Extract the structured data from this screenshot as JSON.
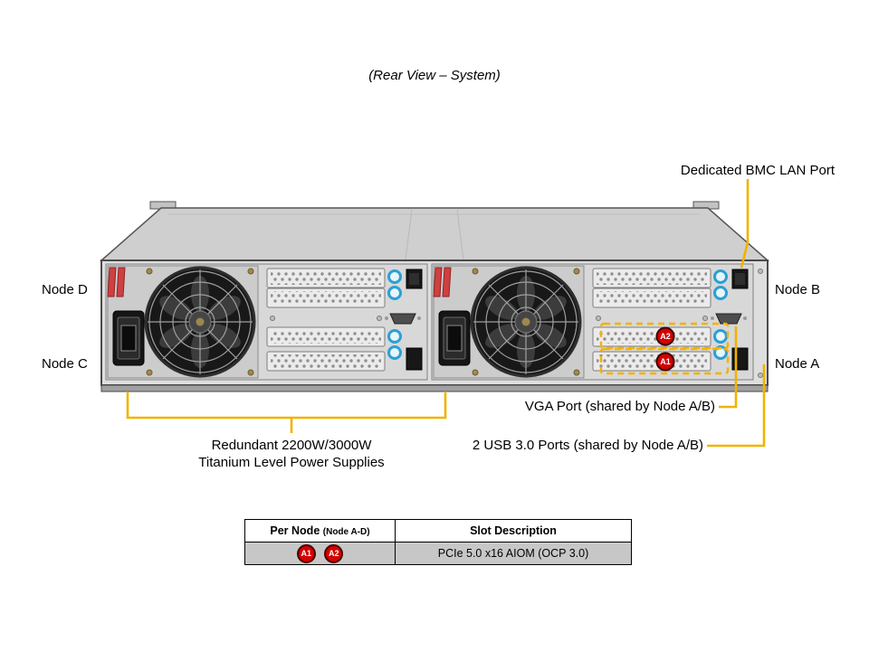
{
  "title": "(Rear View – System)",
  "callouts": {
    "bmc_lan": "Dedicated BMC LAN Port",
    "vga": "VGA Port (shared by Node A/B)",
    "usb": "2 USB 3.0 Ports (shared by Node A/B)",
    "psu_line1": "Redundant 2200W/3000W",
    "psu_line2": "Titanium Level Power Supplies"
  },
  "nodes": {
    "node_d": "Node D",
    "node_c": "Node C",
    "node_b": "Node B",
    "node_a": "Node A"
  },
  "chassis_badges": {
    "a2": "A2",
    "a1": "A1"
  },
  "table": {
    "header_col1_main": "Per Node",
    "header_col1_sub": "(Node A-D)",
    "header_col2": "Slot Description",
    "row_badge_1": "A1",
    "row_badge_2": "A2",
    "row_description": "PCIe 5.0 x16 AIOM (OCP 3.0)"
  },
  "colors": {
    "callout_yellow": "#f2b200",
    "badge_red": "#d40000",
    "usb_blue": "#2ba0d4",
    "table_row_bg": "#c7c7c7"
  }
}
